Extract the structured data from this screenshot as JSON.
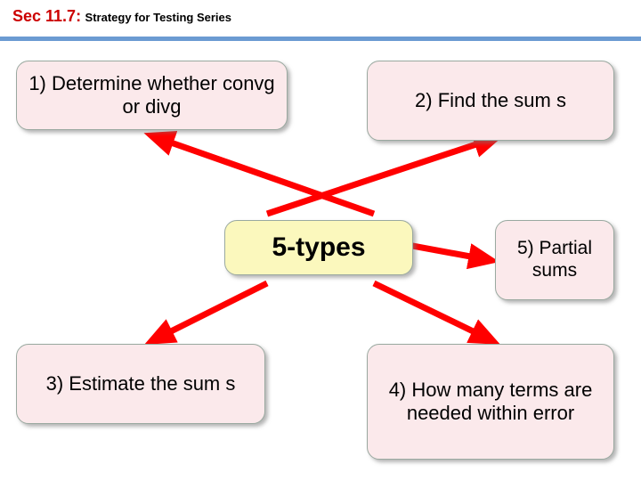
{
  "header": {
    "section": "Sec 11.7",
    "separator": ":",
    "subtitle": "Strategy for Testing Series",
    "section_color": "#cc0000",
    "rule_color": "#6b9bd2"
  },
  "diagram": {
    "arrow_color": "#ff0000",
    "box_border_color": "#9aa9a0",
    "pink_fill": "#fbe9eb",
    "yellow_fill": "#fbf8bd",
    "boxes": [
      {
        "id": "box-1",
        "label": "1) Determine whether convg or divg"
      },
      {
        "id": "box-2",
        "label": "2) Find the sum s"
      },
      {
        "id": "box-center",
        "label": "5-types"
      },
      {
        "id": "box-5",
        "label": "5) Partial sums"
      },
      {
        "id": "box-3",
        "label": "3) Estimate the sum s"
      },
      {
        "id": "box-4",
        "label": "4) How many terms are needed within error"
      }
    ]
  }
}
